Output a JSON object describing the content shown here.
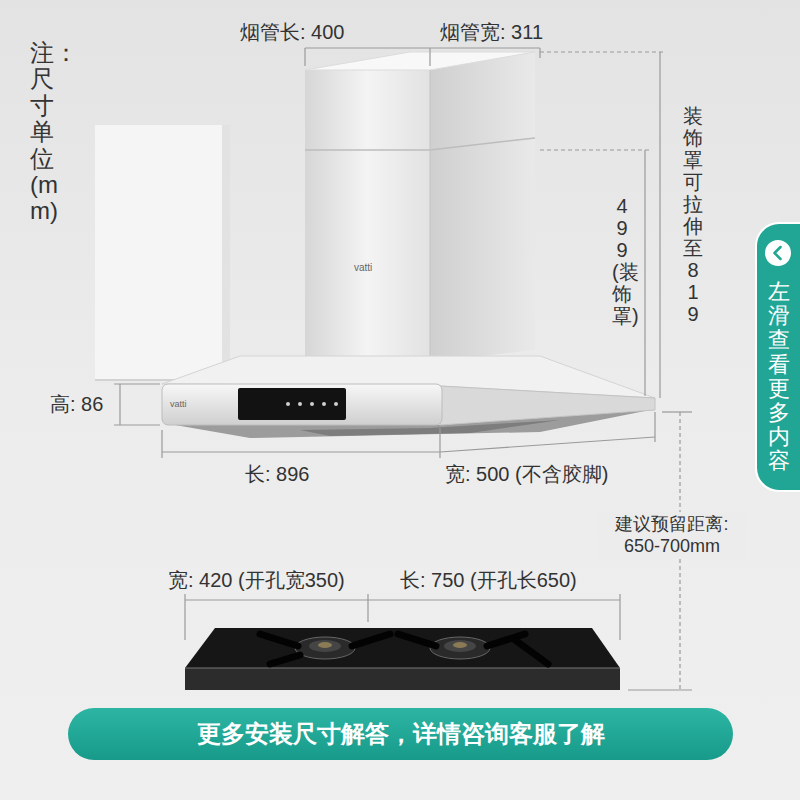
{
  "diagram": {
    "nodes": [
      {
        "text": [
          "左滑查看更多内容"
        ]
      },
      {
        "text": [
          "更多安装尺寸解答，详情咨询客服了解"
        ]
      }
    ],
    "labels": [
      "注：尺寸单位(mm)",
      "烟管长: 400",
      "烟管宽: 311",
      "装饰罩可拉伸至819",
      "499(装饰罩)",
      "vatti",
      "高: 86",
      "vatti",
      "长: 896",
      "宽: 500 (不含胶脚)",
      "建议预留距离: 650-700mm",
      "宽: 420 (开孔宽350)",
      "长: 750 (开孔长650)"
    ]
  }
}
